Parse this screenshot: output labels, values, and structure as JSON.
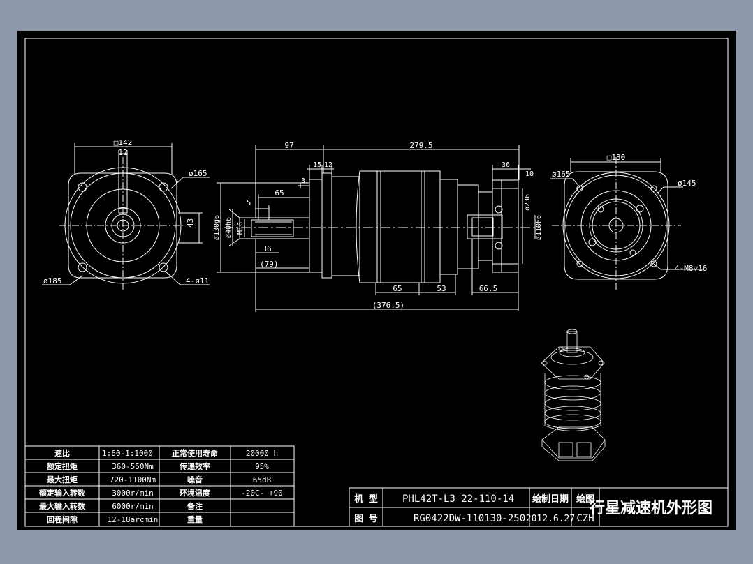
{
  "colors": {
    "background": "#8e99ac",
    "paper": "#000000",
    "ink": "#ffffff"
  },
  "front_view": {
    "square_label": "□142",
    "key_width_label": "12",
    "dia_165_label": "ø165",
    "dia_185_label": "ø185",
    "bolt_label": "4-ø11",
    "height_label": "43"
  },
  "side_view": {
    "dim_97": "97",
    "dim_279_5": "279.5",
    "dim_15": "15",
    "dim_12": "12",
    "dim_3": "3",
    "dim_65_top": "65",
    "dim_5": "5",
    "dim_pilot": "ø130g6",
    "dim_shaft": "ø40h6",
    "dim_m16": "M16",
    "dim_36_lower": "36",
    "dim_79": "(79)",
    "dim_36_right": "36",
    "dim_10": "10",
    "dim_in_pilot": "ø236",
    "dim_bore": "ø110F6",
    "dim_65_bottom": "65",
    "dim_53": "53",
    "dim_66_5": "66.5",
    "dim_total": "(376.5)"
  },
  "back_view": {
    "square_label": "□130",
    "dia_165_label": "ø165",
    "dia_145_label": "ø145",
    "bolt_label": "4-M8▽16"
  },
  "spec_table": {
    "rows": [
      {
        "k1": "速比",
        "v1": "1:60-1:1000",
        "k2": "正常使用寿命",
        "v2": "20000 h"
      },
      {
        "k1": "额定扭矩",
        "v1": "360-550Nm",
        "k2": "传递效率",
        "v2": "95%"
      },
      {
        "k1": "最大扭矩",
        "v1": "720-1100Nm",
        "k2": "噪音",
        "v2": "65dB"
      },
      {
        "k1": "额定输入转数",
        "v1": "3000r/min",
        "k2": "环境温度",
        "v2": "-20C- +90"
      },
      {
        "k1": "最大输入转数",
        "v1": "6000r/min",
        "k2": "备注",
        "v2": ""
      },
      {
        "k1": "回程间隙",
        "v1": "12-18arcmin",
        "k2": "重量",
        "v2": ""
      }
    ]
  },
  "title_block": {
    "model_label": "机 型",
    "model_value": "PHL42T-L3 22-110-14",
    "drawing_no_label": "图 号",
    "drawing_no_value": "RG0422DW-110130-250",
    "date_label": "绘制日期",
    "date_value": "2012.6.27",
    "drawer_label": "绘图",
    "drawer_value": "CZH",
    "title": "行星减速机外形图"
  }
}
